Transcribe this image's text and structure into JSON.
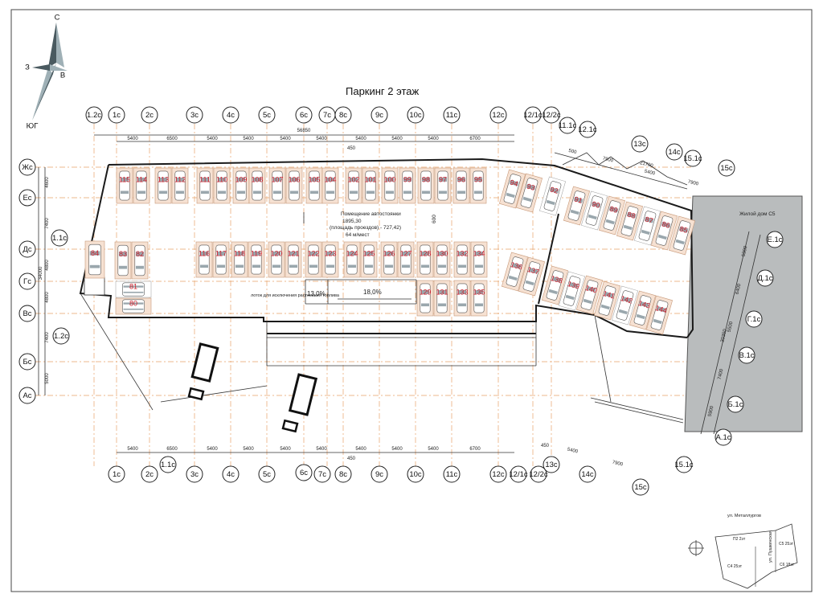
{
  "title": "Паркинг 2 этаж",
  "compass": {
    "n": "С",
    "s": "ЮГ",
    "w": "З",
    "e": "В"
  },
  "top_axes": [
    "1.2с",
    "1с",
    "2с",
    "3с",
    "4с",
    "5с",
    "6с",
    "7с",
    "8с",
    "9с",
    "10с",
    "11с",
    "12с",
    "12/1с",
    "12/2с"
  ],
  "top_axes_extra": [
    "11.1с",
    "12.1с",
    "13с",
    "14с",
    "15.1с",
    "15с"
  ],
  "bottom_axes": [
    "1с",
    "2с",
    "1.1с",
    "3с",
    "4с",
    "5с",
    "6с",
    "7с",
    "8с",
    "9с",
    "10с",
    "11с",
    "12с",
    "12/1с",
    "12/2с",
    "13с",
    "14с",
    "15с",
    "15.1с"
  ],
  "left_axes": [
    "Жс",
    "Ес",
    "Дс",
    "Гс",
    "Вс",
    "Бс",
    "Ас"
  ],
  "left_axes_extra": [
    "1.1с",
    "1.2с"
  ],
  "right_axes": [
    "Е.1с",
    "Д.1с",
    "Г.1с",
    "В.1с",
    "Б.1с",
    "А.1с"
  ],
  "dims_top": [
    "5400",
    "6500",
    "5400",
    "5400",
    "5400",
    "5400",
    "5400",
    "5400",
    "5400",
    "6700"
  ],
  "dims_top_total": "56850",
  "dims_top_450": "450",
  "dims_right_top": [
    "500",
    "7900",
    "21700",
    "5400",
    "7900"
  ],
  "dims_left": [
    "4600",
    "7400",
    "4800",
    "4800",
    "7400",
    "5000"
  ],
  "dims_left_total": "34000",
  "dims_right": [
    "5900",
    "6400",
    "5500",
    "7400",
    "5900"
  ],
  "dims_right_total": "30350",
  "dims_bottom": [
    "5400",
    "6500",
    "5400",
    "5400",
    "5400",
    "5400",
    "5400",
    "5400",
    "5400",
    "6700"
  ],
  "dims_bottom_extra": [
    "450",
    "5400",
    "7900",
    "450"
  ],
  "room_label": "Помещение автостоянки",
  "room_area": "1895,30",
  "room_area_note": "(площадь проездов) - 727,42)",
  "room_spots": "64 м/мест",
  "room_dim": "600",
  "ramp_left": "13,0%",
  "ramp_right": "18,0%",
  "ramp_note": "лоток для исключения растекания топлива",
  "residential_label": "Жилой дом С5",
  "key_plan": {
    "p2": "П2 2эт",
    "c5": "С5 25эт",
    "c4": "С4 25эт",
    "c6": "С6 18эт",
    "street_top": "ул. Металлургов",
    "street_right": "ул. Пушкинская"
  },
  "spots": {
    "top_row": [
      "115",
      "114",
      "113",
      "112",
      "111",
      "110",
      "109",
      "108",
      "107",
      "106",
      "105",
      "104",
      "102",
      "101",
      "100",
      "99",
      "98",
      "97",
      "96",
      "95"
    ],
    "mid_row_a": [
      "116",
      "117",
      "118",
      "119",
      "120",
      "121",
      "122",
      "123",
      "124",
      "125",
      "126",
      "127",
      "128",
      "130",
      "132",
      "134"
    ],
    "mid_row_b": [
      "129",
      "131",
      "133",
      "135"
    ],
    "left_block": [
      "84",
      "83",
      "82",
      "81",
      "80"
    ],
    "upper_right": [
      "94",
      "93",
      "92",
      "91",
      "90",
      "89",
      "88",
      "87",
      "86",
      "85"
    ],
    "lower_right": [
      "136",
      "137",
      "138",
      "139",
      "140",
      "141",
      "142",
      "143",
      "144"
    ]
  }
}
